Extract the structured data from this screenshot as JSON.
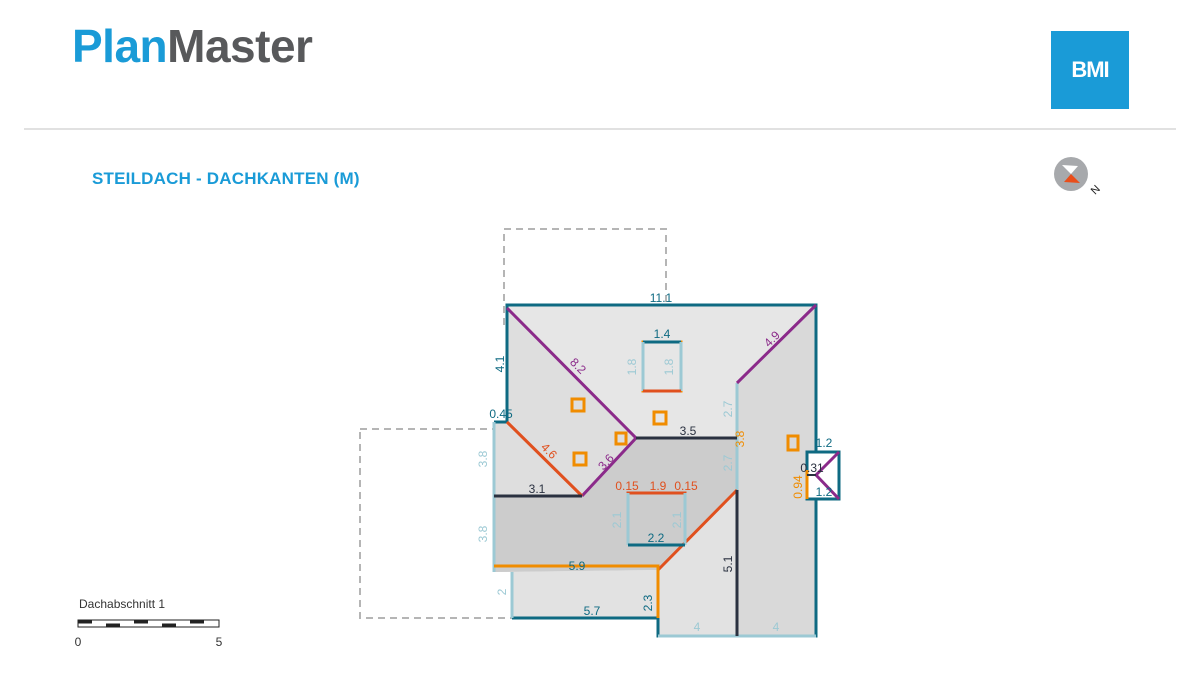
{
  "header": {
    "logo_part1": "Plan",
    "logo_part2": "Master",
    "brand_badge": "BMI"
  },
  "section": {
    "title": "STEILDACH - DACHKANTEN (M)"
  },
  "compass": {
    "label": "N",
    "icon": "compass-icon"
  },
  "scale_bar": {
    "label": "Dachabschnitt 1",
    "min": "0",
    "max": "5"
  },
  "colors": {
    "brand": "#1a9bd7",
    "traufe": "#0e6a82",
    "grat": "#8b2a8a",
    "kehle": "#e0501e",
    "first": "#2a3140",
    "ortgang": "#9cc9d4",
    "anschluss": "#f08c00",
    "roof_fill": "#e6e6e6",
    "roof_fill_dark": "#cccccc",
    "outline_dashed": "#b5b5b5"
  },
  "dimensions": {
    "top_eave": "11.1",
    "left_eave_upper": "4.1",
    "hip_left": "8.2",
    "hip_right": "4.9",
    "skylight_top_width": "1.4",
    "skylight_left_height": "1.8",
    "skylight_right_height": "1.8",
    "small_eave": "0.45",
    "valley_left": "4.6",
    "hip_center": "3.6",
    "ridge_upper": "3.5",
    "gable_left": "3.8",
    "ridge_lower": "3.1",
    "gable_left_lower": "3.8",
    "dormer_side_left": "0.15",
    "dormer_front": "1.9",
    "dormer_side_right": "0.15",
    "dormer_height_left": "2.1",
    "dormer_height_right": "2.1",
    "dormer_bottom": "2.2",
    "wall_left_upper": "2.7",
    "wall_left_lower": "2.7",
    "abutment_mid": "3.8",
    "chimney_top": "1.2",
    "chimney_mid": "0.31",
    "chimney_side": "0.94",
    "chimney_bottom": "1.2",
    "ridge_vertical": "5.1",
    "abutment_long": "5.9",
    "eave_bottom": "5.7",
    "gable_bottom_left": "2",
    "abutment_vertical": "2.3",
    "gable_bottom_mid": "4",
    "gable_bottom_right": "4"
  }
}
